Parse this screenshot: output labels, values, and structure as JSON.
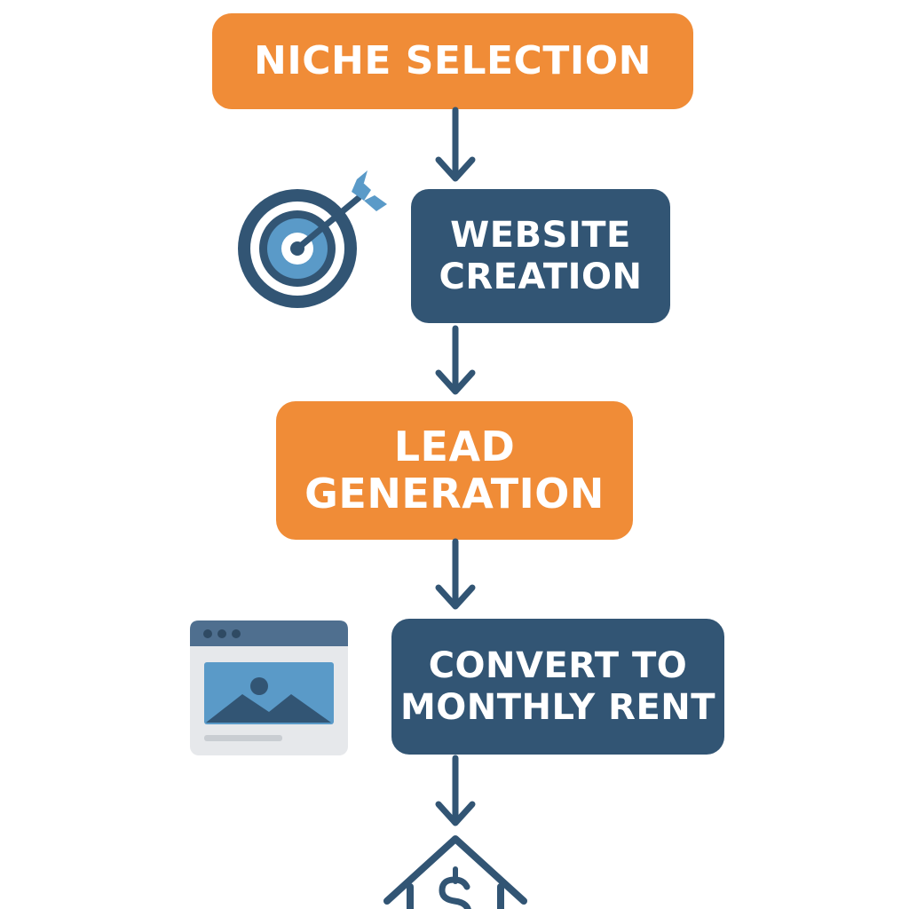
{
  "flow": {
    "steps": [
      {
        "lines": [
          "NICHE SELECTION"
        ],
        "color": "#f08c37"
      },
      {
        "lines": [
          "WEBSITE",
          "CREATION"
        ],
        "color": "#325574"
      },
      {
        "lines": [
          "LEAD",
          "GENERATION"
        ],
        "color": "#f08c37"
      },
      {
        "lines": [
          "CONVERT TO",
          "MONTHLY RENT"
        ],
        "color": "#325574"
      }
    ],
    "connector_color": "#325574"
  },
  "icons": {
    "target": {
      "name": "target-icon",
      "ring_color": "#325574",
      "fill_color": "#5a9ac8"
    },
    "browser": {
      "name": "browser-window-icon",
      "frame_color": "#e6e8eb",
      "bar_color": "#4f6f8f",
      "image_color": "#5a9ac8"
    },
    "house": {
      "name": "house-dollar-icon",
      "color": "#325574"
    }
  }
}
